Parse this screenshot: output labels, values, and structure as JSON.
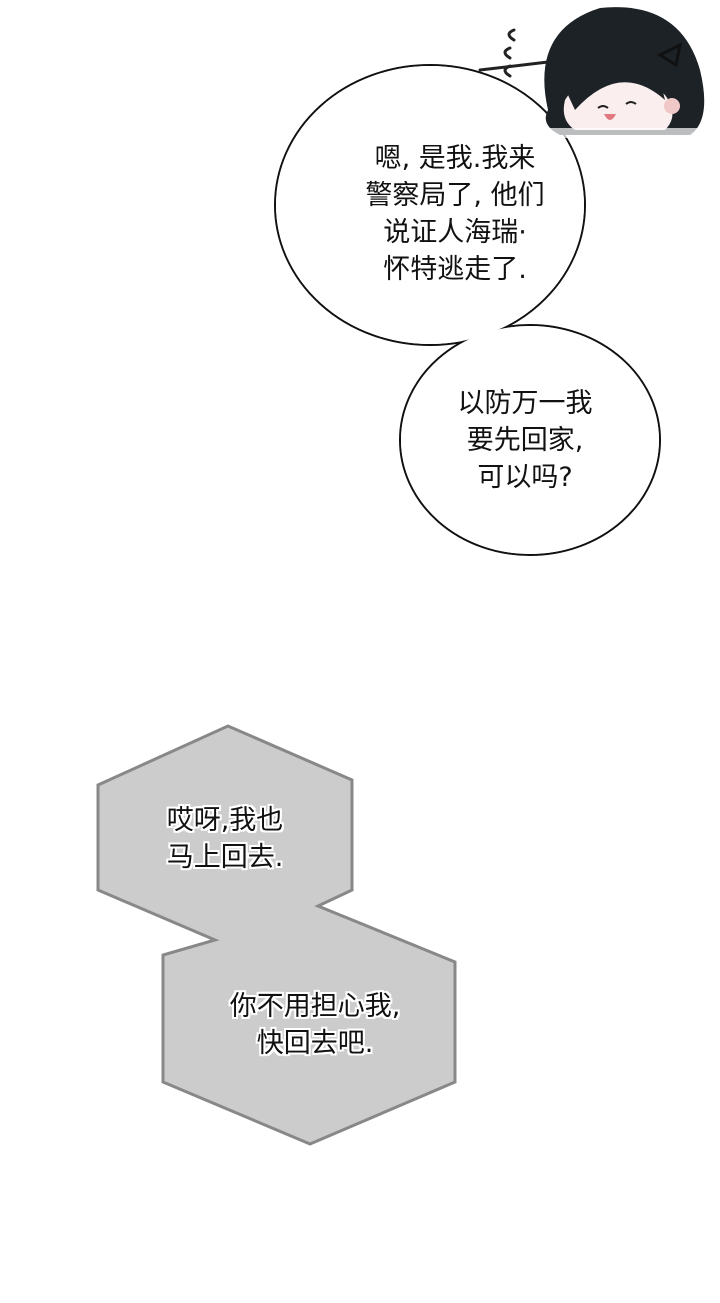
{
  "speech_bubble_1": {
    "lines": [
      "嗯, 是我.我来",
      "警察局了, 他们",
      "说证人海瑞·",
      "怀特逃走了."
    ]
  },
  "speech_bubble_2": {
    "lines": [
      "以防万一我",
      "要先回家,",
      "可以吗?"
    ]
  },
  "hex_bubble_1": {
    "lines": [
      "哎呀,我也",
      "马上回去."
    ]
  },
  "hex_bubble_2": {
    "lines": [
      "你不用担心我,",
      "快回去吧."
    ]
  },
  "colors": {
    "hex_fill": "#cccccc",
    "hex_stroke": "#888888",
    "hair": "#1c2226"
  }
}
